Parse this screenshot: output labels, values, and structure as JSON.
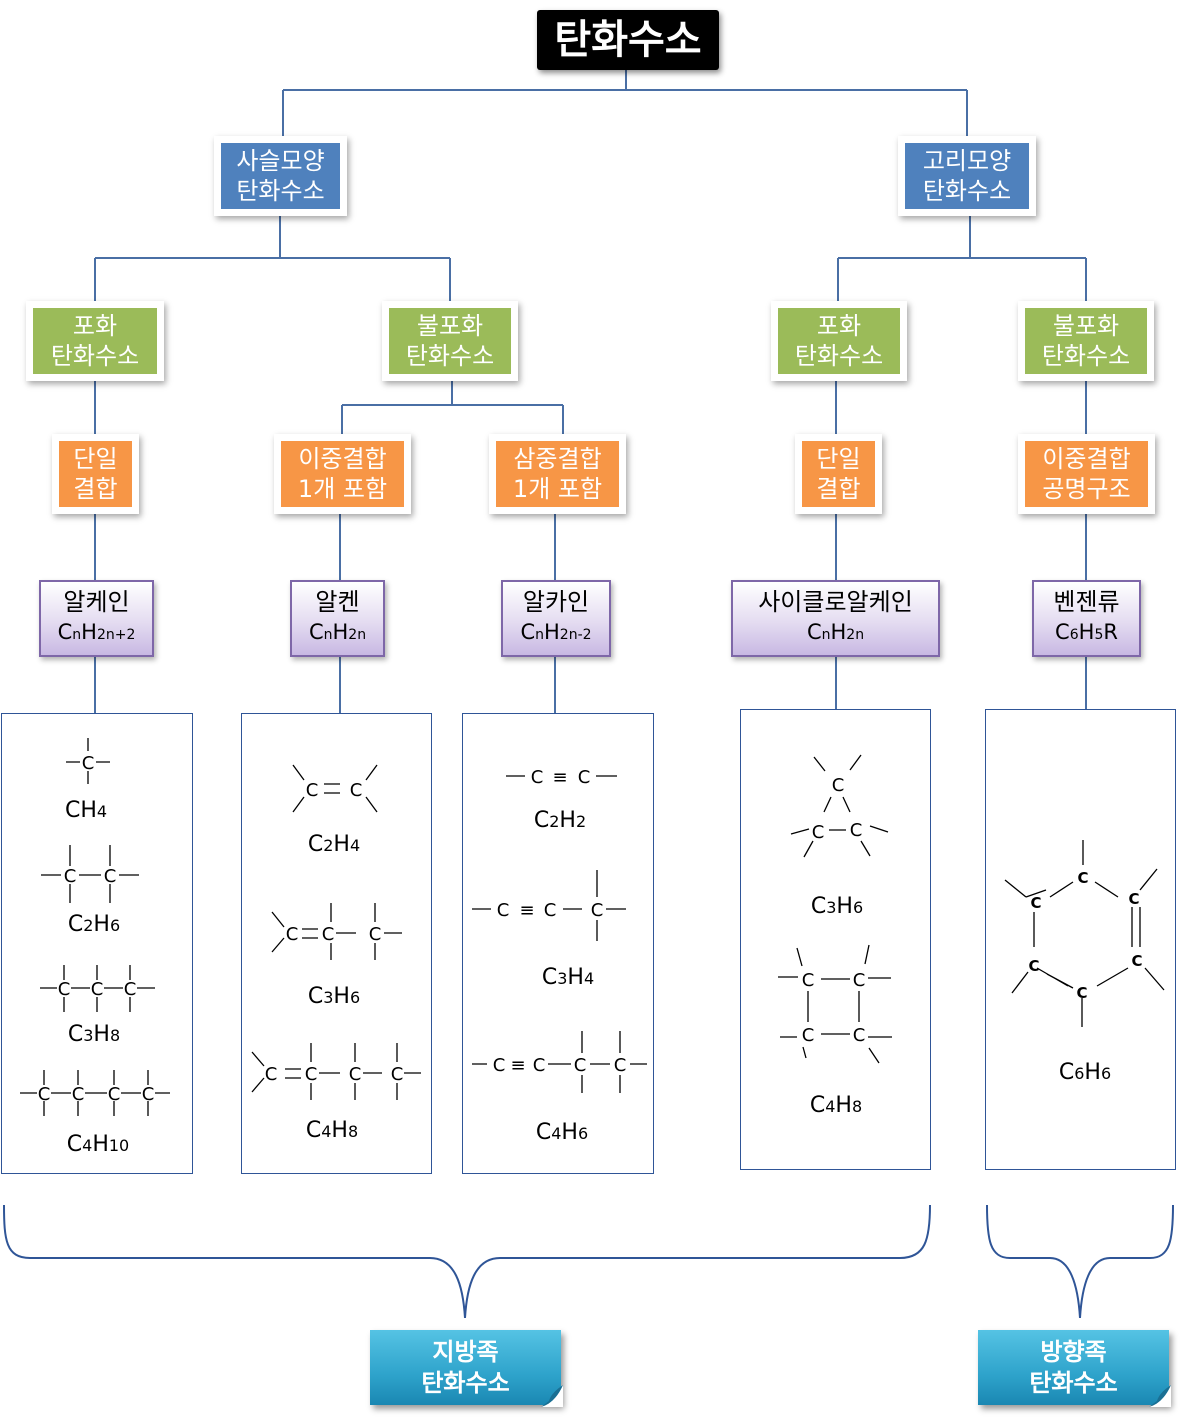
{
  "root": "탄화수소",
  "chain": {
    "line1": "사슬모양",
    "line2": "탄화수소"
  },
  "ring": {
    "line1": "고리모양",
    "line2": "탄화수소"
  },
  "chain_saturated": {
    "line1": "포화",
    "line2": "탄화수소"
  },
  "chain_unsaturated": {
    "line1": "불포화",
    "line2": "탄화수소"
  },
  "ring_saturated": {
    "line1": "포화",
    "line2": "탄화수소"
  },
  "ring_unsaturated": {
    "line1": "불포화",
    "line2": "탄화수소"
  },
  "bond_single_chain": {
    "line1": "단일",
    "line2": "결합"
  },
  "bond_double": {
    "line1": "이중결합",
    "line2": "1개 포함"
  },
  "bond_triple": {
    "line1": "삼중결합",
    "line2": "1개 포함"
  },
  "bond_single_ring": {
    "line1": "단일",
    "line2": "결합"
  },
  "bond_resonance": {
    "line1": "이중결합",
    "line2": "공명구조"
  },
  "families": {
    "alkane": {
      "name": "알케인",
      "f1": "C",
      "s1": "n",
      "f2": "H",
      "s2": "2n+2"
    },
    "alkene": {
      "name": "알켄",
      "f1": "C",
      "s1": "n",
      "f2": "H",
      "s2": "2n"
    },
    "alkyne": {
      "name": "알카인",
      "f1": "C",
      "s1": "n",
      "f2": "H",
      "s2": "2n-2"
    },
    "cycloalkane": {
      "name": "사이클로알케인",
      "f1": "C",
      "s1": "n",
      "f2": "H",
      "s2": "2n"
    },
    "benzene": {
      "name": "벤젠류",
      "f1": "C",
      "s1": "6",
      "f2": "H",
      "s2": "5",
      "f3": "R"
    }
  },
  "examples": {
    "alkane": [
      {
        "a": "CH",
        "b": "4",
        "c": "",
        "d": ""
      },
      {
        "a": "C",
        "b": "2",
        "c": "H",
        "d": "6"
      },
      {
        "a": "C",
        "b": "3",
        "c": "H",
        "d": "8"
      },
      {
        "a": "C",
        "b": "4",
        "c": "H",
        "d": "10"
      }
    ],
    "alkene": [
      {
        "a": "C",
        "b": "2",
        "c": "H",
        "d": "4"
      },
      {
        "a": "C",
        "b": "3",
        "c": "H",
        "d": "6"
      },
      {
        "a": "C",
        "b": "4",
        "c": "H",
        "d": "8"
      }
    ],
    "alkyne": [
      {
        "a": "C",
        "b": "2",
        "c": "H",
        "d": "2"
      },
      {
        "a": "C",
        "b": "3",
        "c": "H",
        "d": "4"
      },
      {
        "a": "C",
        "b": "4",
        "c": "H",
        "d": "6"
      }
    ],
    "cycloalkane": [
      {
        "a": "C",
        "b": "3",
        "c": "H",
        "d": "6"
      },
      {
        "a": "C",
        "b": "4",
        "c": "H",
        "d": "8"
      }
    ],
    "benzene": [
      {
        "a": "C",
        "b": "6",
        "c": "H",
        "d": "6"
      }
    ]
  },
  "atom": "C",
  "bond_triple_symbol": "≡",
  "bond_double_symbol": "=",
  "aliphatic": {
    "line1": "지방족",
    "line2": "탄화수소"
  },
  "aromatic": {
    "line1": "방향족",
    "line2": "탄화수소"
  }
}
